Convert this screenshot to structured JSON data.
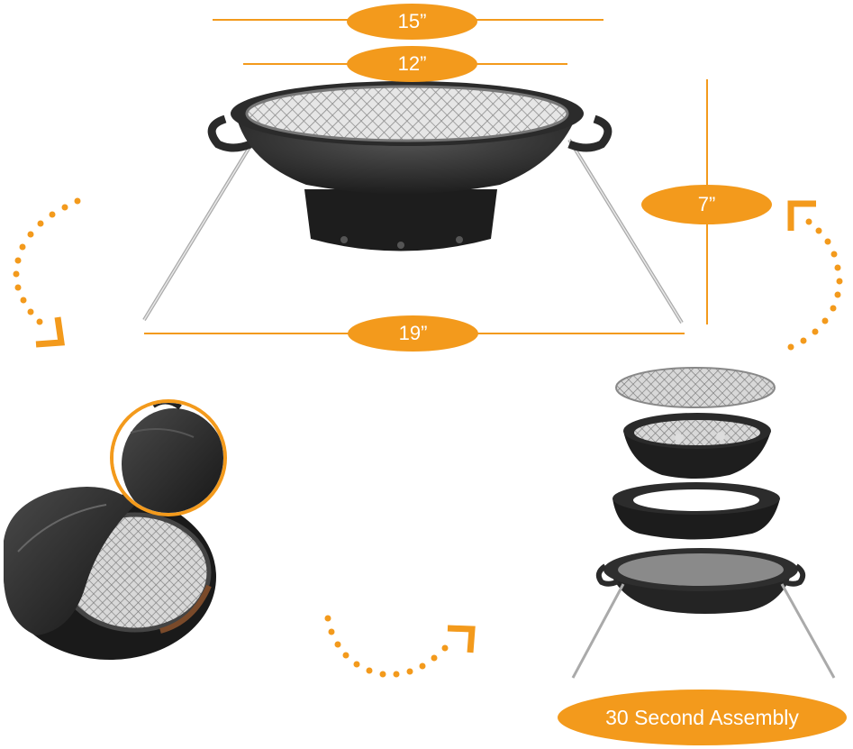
{
  "dimensions": {
    "top_width": "15”",
    "grill_width": "12”",
    "leg_span": "19”",
    "height": "7”"
  },
  "assembly_label": "30 Second Assembly",
  "colors": {
    "accent": "#f39a1c",
    "grill_body": "#2d2d2d",
    "grate": "#9a9a9a"
  }
}
